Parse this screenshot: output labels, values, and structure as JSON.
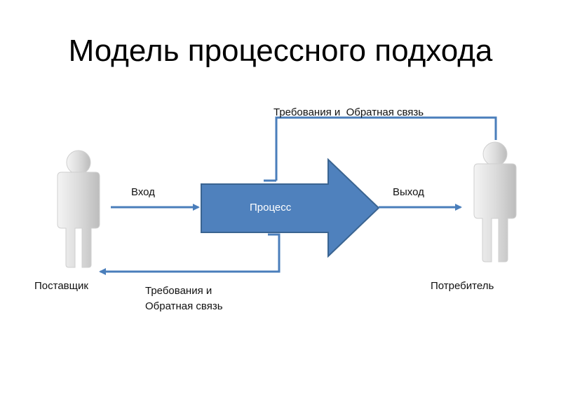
{
  "title": "Модель процессного подхода",
  "process": {
    "label": "Процесс"
  },
  "labels": {
    "input": "Вход",
    "output": "Выход",
    "supplier": "Поставщик",
    "consumer": "Потребитель",
    "feedback_top": "Требования и  Обратная связь",
    "feedback_bottom_line1": "Требования и",
    "feedback_bottom_line2": "Обратная связь"
  },
  "colors": {
    "process_fill": "#4f81bd",
    "process_stroke": "#3a6491",
    "arrow": "#4a7ebb",
    "person_light": "#e8e8e8",
    "person_dark": "#bfbfbf"
  }
}
